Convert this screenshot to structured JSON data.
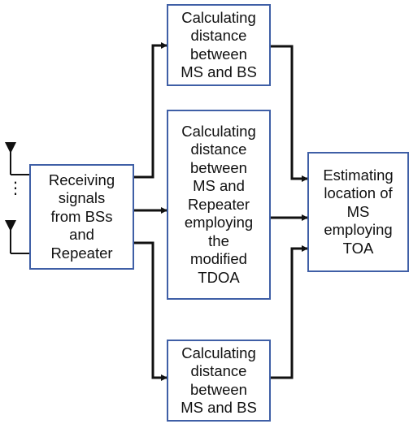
{
  "boxes": {
    "distance_bs_top": "Calculating\ndistance\nbetween\nMS and BS",
    "distance_repeater": "Calculating\ndistance\nbetween\nMS and\nRepeater\nemploying\nthe\nmodified\nTDOA",
    "distance_bs_bottom": "Calculating\ndistance\nbetween\nMS and BS",
    "receiving": "Receiving\nsignals\nfrom BSs\nand\nRepeater",
    "estimating": "Estimating\nlocation of\nMS\nemploying\nTOA"
  },
  "ellipsis": "⋮",
  "colors": {
    "box_border": "#3f5fa6",
    "line": "#111111"
  }
}
